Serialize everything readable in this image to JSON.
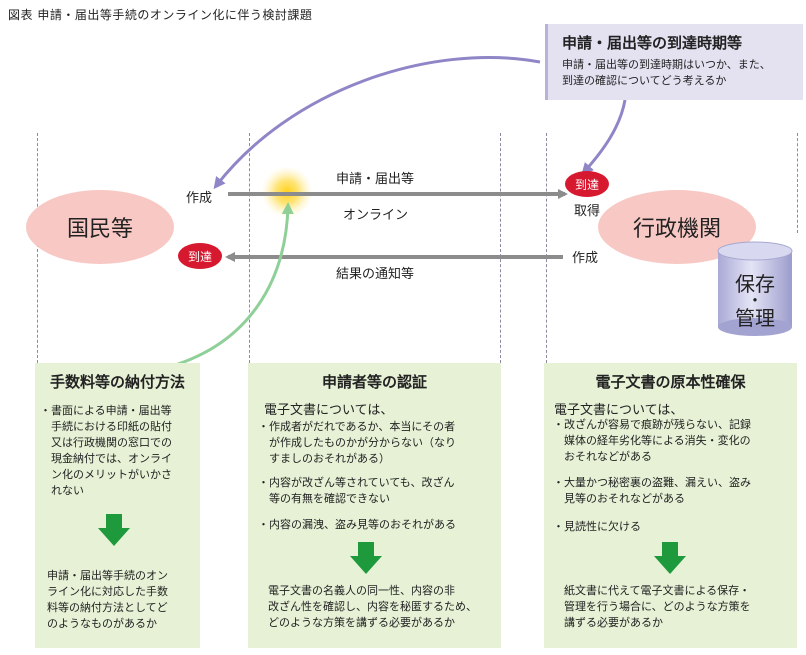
{
  "figure_caption": "図表 申請・届出等手続のオンライン化に伴う検討課題",
  "entities": {
    "citizen": "国民等",
    "government": "行政機関"
  },
  "badges": {
    "arrival_left": "到達",
    "arrival_right": "到達"
  },
  "labels": {
    "create_left": "作成",
    "create_right": "作成",
    "acquire": "取得",
    "application": "申請・届出等",
    "online": "オンライン",
    "notification": "結果の通知等"
  },
  "storage_lines": [
    "保存",
    "・",
    "管理"
  ],
  "arrival_question": {
    "title": "申請・届出等の到達時期等",
    "lines": [
      "申請・届出等の到達時期はいつか、また、",
      "到達の確認についてどう考えるか"
    ]
  },
  "panels": [
    {
      "title": "手数料等の納付方法",
      "lead": "",
      "items": [
        [
          "書面による申請・届出等",
          "手続における印紙の貼付",
          "又は行政機関の窓口での",
          "現金納付では、オンライ",
          "ン化のメリットがいかさ",
          "れない"
        ]
      ],
      "conclusion": [
        "申請・届出等手続のオン",
        "ライン化に対応した手数",
        "料等の納付方法としてど",
        "のようなものがあるか"
      ]
    },
    {
      "title": "申請者等の認証",
      "lead": "電子文書については、",
      "items": [
        [
          "作成者がだれであるか、本当にその者",
          "が作成したものかが分からない（なり",
          "すましのおそれがある）"
        ],
        [
          "内容が改ざん等されていても、改ざん",
          "等の有無を確認できない"
        ],
        [
          "内容の漏洩、盗み見等のおそれがある"
        ]
      ],
      "conclusion": [
        "電子文書の名義人の同一性、内容の非",
        "改ざん性を確認し、内容を秘匿するため、",
        "どのような方策を講ずる必要があるか"
      ]
    },
    {
      "title": "電子文書の原本性確保",
      "lead": "電子文書については、",
      "items": [
        [
          "改ざんが容易で痕跡が残らない、記録",
          "媒体の経年劣化等による消失・変化の",
          "おそれなどがある"
        ],
        [
          "大量かつ秘密裏の盗難、漏えい、盗み",
          "見等のおそれなどがある"
        ],
        [
          "見読性に欠ける"
        ]
      ],
      "conclusion": [
        "紙文書に代えて電子文書による保存・",
        "管理を行う場合に、どのような方策を",
        "講ずる必要があるか"
      ]
    }
  ],
  "colors": {
    "ellipse": "#f7c8c4",
    "badge": "#d7192f",
    "panel": "#e6f1d6",
    "question_box": "#e4e1f1",
    "purple_arrow": "#8e86c6",
    "green_arrow": "#8fcf98",
    "gray_arrow": "#8c8c8c",
    "down_arrow": "#1e9a3c",
    "cylinder": "#c9c9e6"
  }
}
